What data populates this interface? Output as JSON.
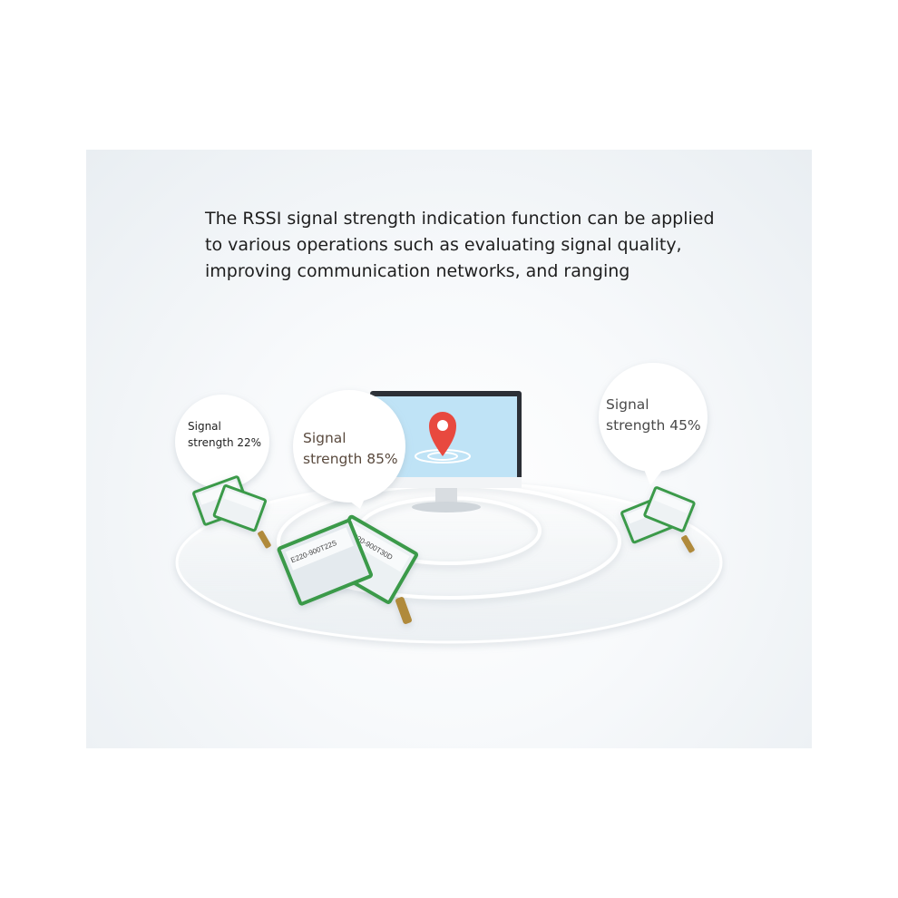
{
  "headline": {
    "line1": "The RSSI signal strength indication function can be applied",
    "line2": "to various operations such as evaluating signal quality,",
    "line3": "improving communication networks, and ranging"
  },
  "bubbles": [
    {
      "line1": "Signal",
      "line2": "strength 22%"
    },
    {
      "line1": "Signal",
      "line2": "strength 85%"
    },
    {
      "line1": "Signal",
      "line2": "strength 45%"
    }
  ],
  "modules": [
    {
      "label": "E220-900T22S"
    },
    {
      "label": "E220-900T30D"
    }
  ],
  "colors": {
    "pin": "#e8493f",
    "screen": "#bfe3f6",
    "module_pcb": "#3a9a4a",
    "antenna": "#b08a3a",
    "ring": "#ffffff"
  },
  "icons": [
    "location-pin-icon",
    "monitor-icon",
    "antenna-icon"
  ]
}
